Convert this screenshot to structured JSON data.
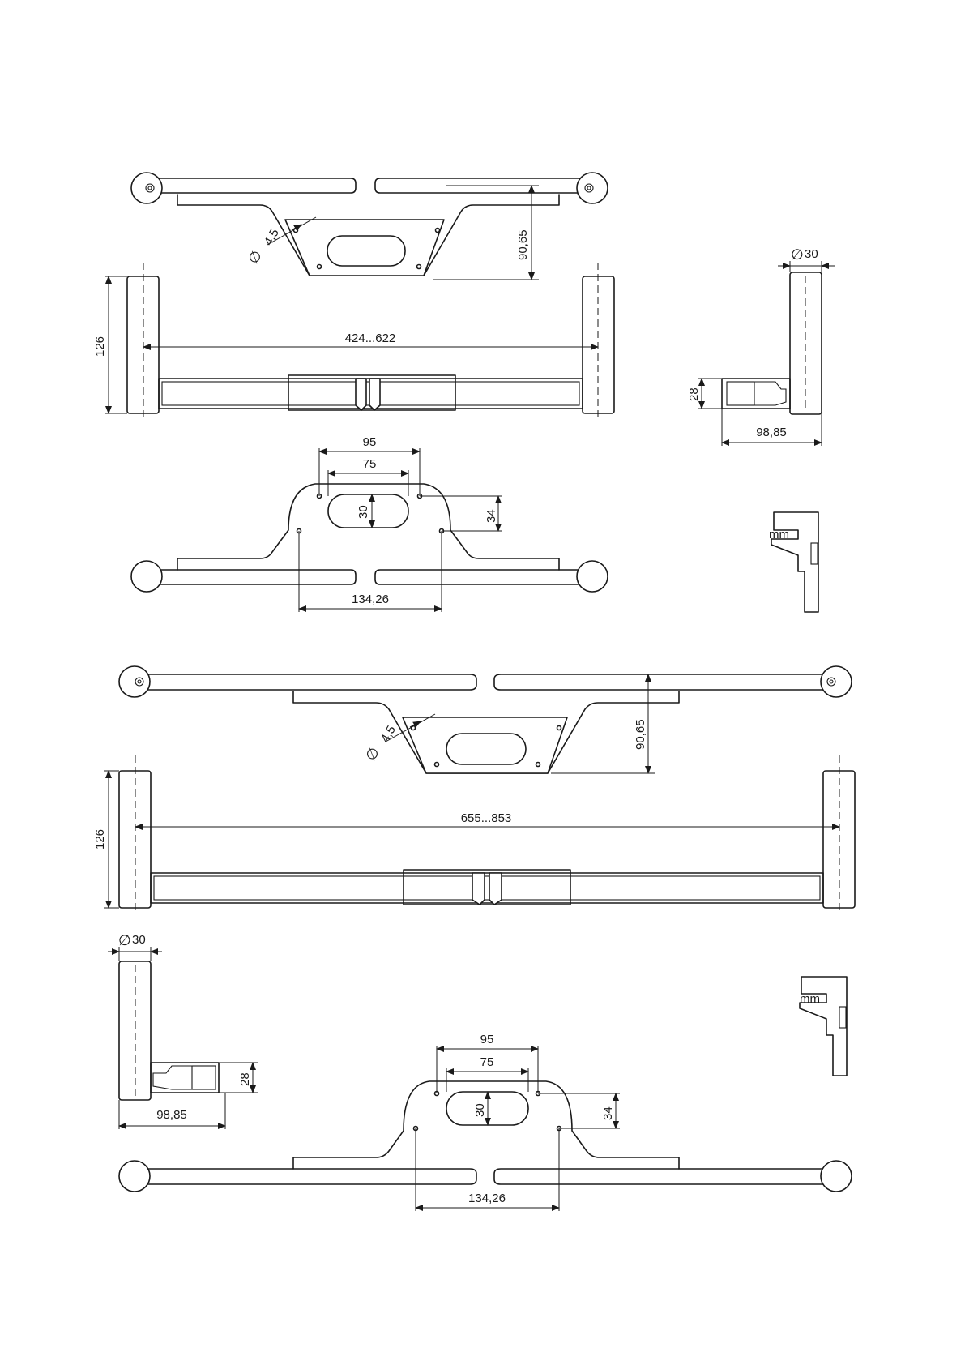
{
  "drawing_1": {
    "top_view": {
      "dia_hole": "4,5",
      "height": "90,65"
    },
    "front_view": {
      "height": "126",
      "width_range": "424...622"
    },
    "side_view": {
      "diameter": "30",
      "depth": "28",
      "length": "98,85"
    },
    "plate_view": {
      "width_outer": "95",
      "width_inner": "75",
      "slot_height": "30",
      "hole_spacing_v": "34",
      "bottom_width": "134,26"
    },
    "unit_symbol": "mm"
  },
  "drawing_2": {
    "top_view": {
      "dia_hole": "4,5",
      "height": "90,65"
    },
    "front_view": {
      "height": "126",
      "width_range": "655...853"
    },
    "side_view": {
      "diameter": "30",
      "depth": "28",
      "length": "98,85"
    },
    "plate_view": {
      "width_outer": "95",
      "width_inner": "75",
      "slot_height": "30",
      "hole_spacing_v": "34",
      "bottom_width": "134,26"
    },
    "unit_symbol": "mm"
  }
}
